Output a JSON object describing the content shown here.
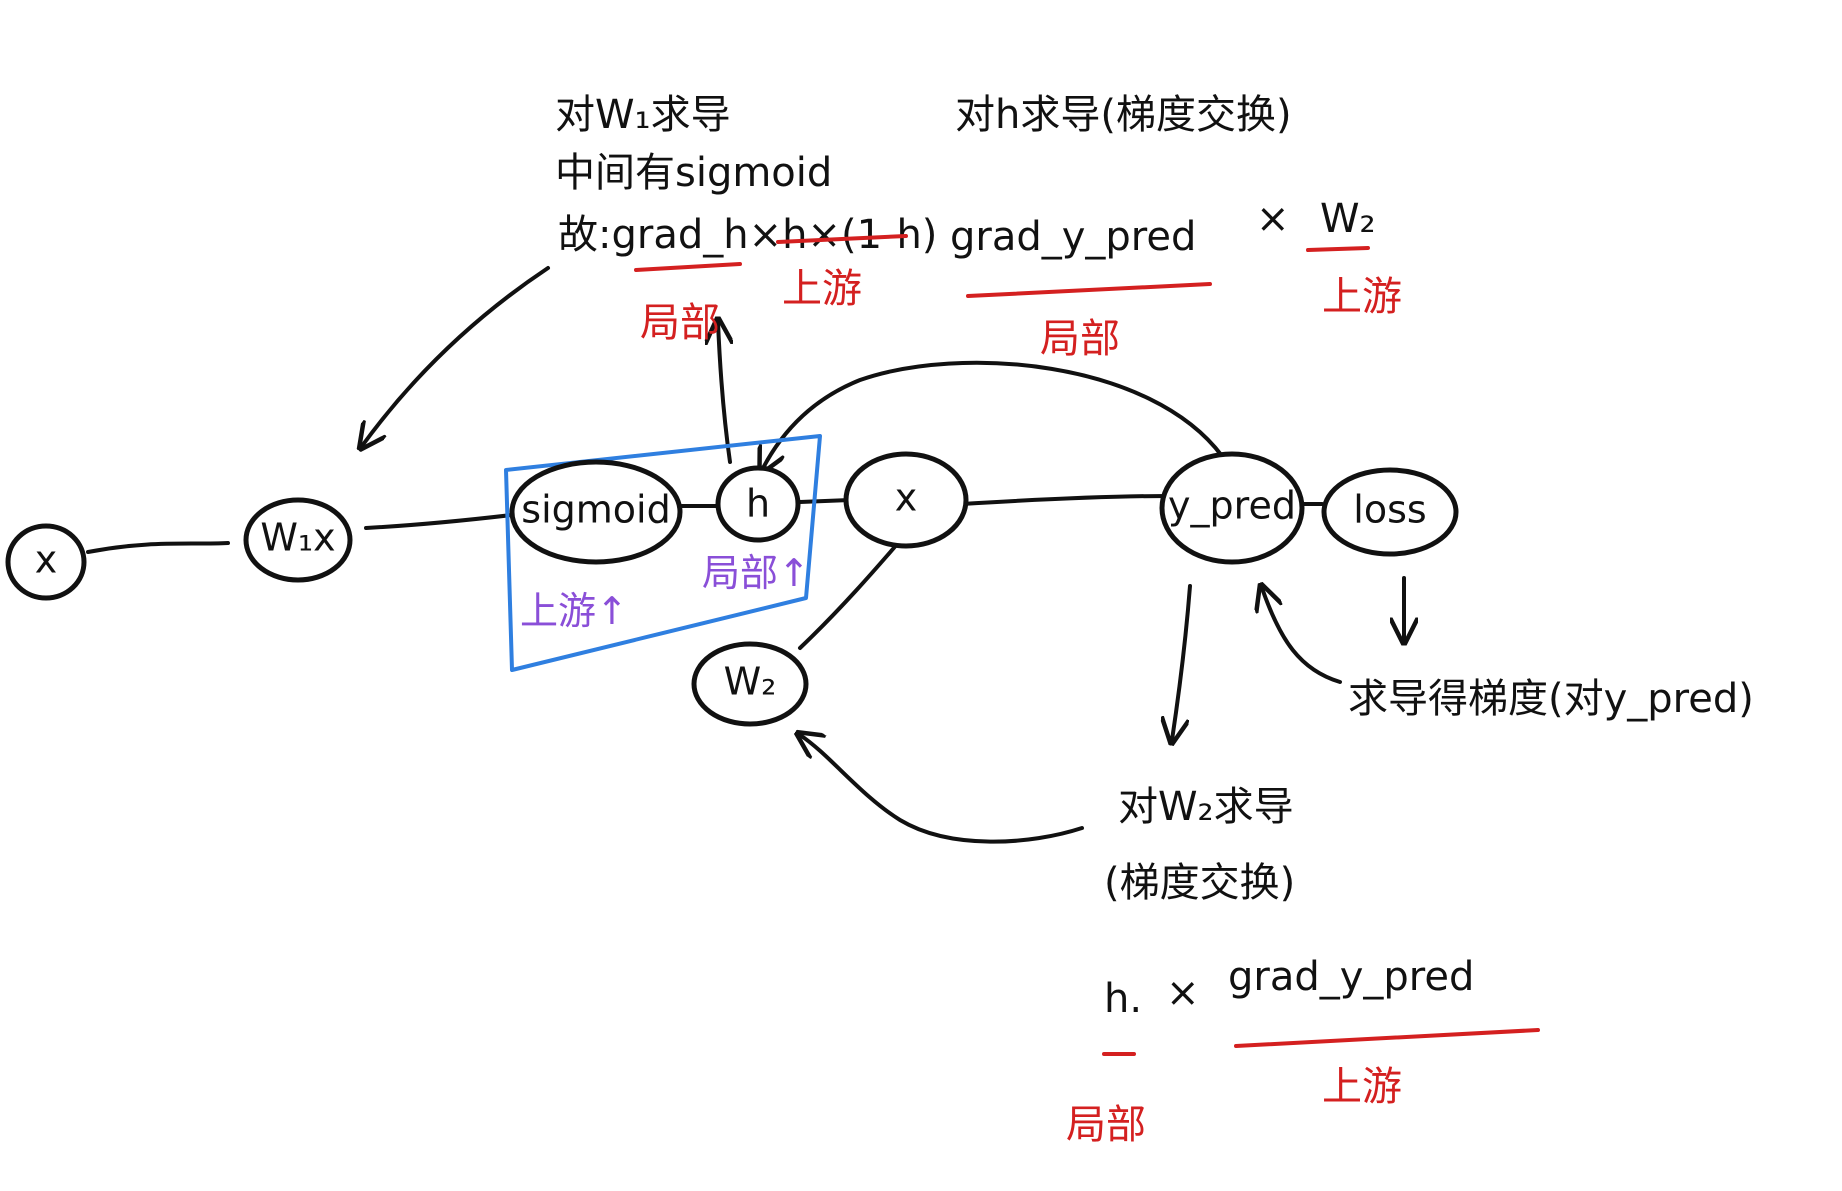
{
  "colors": {
    "ink": "#111111",
    "red": "#d42020",
    "purple": "#8a4fd8",
    "blue_box": "#2f7fe0",
    "background": "#ffffff"
  },
  "nodes": {
    "x": "x",
    "w1x": "W₁x",
    "sigmoid": "sigmoid",
    "h": "h",
    "mult": "x",
    "w2": "W₂",
    "y_pred": "y_pred",
    "loss": "loss"
  },
  "annotations": {
    "w1_title": "对W₁求导",
    "w1_line2": "中间有sigmoid",
    "w1_formula_prefix": "故:",
    "w1_formula_local": "grad_h",
    "w1_formula_upstream": "×h×(1-h)",
    "w1_local_label": "局部",
    "w1_upstream_label": "上游",
    "h_title": "对h求导(梯度交换)",
    "h_formula_local": "grad_y_pred",
    "h_formula_times": "×",
    "h_formula_upstream": "W₂",
    "h_local_label": "局部",
    "h_upstream_label": "上游",
    "box_upstream_label": "上游↑",
    "box_local_label": "局部↑",
    "loss_note": "求导得梯度(对y_pred)",
    "w2_title": "对W₂求导",
    "w2_subtitle": "(梯度交换)",
    "w2_formula_local": "h.",
    "w2_formula_times": "×",
    "w2_formula_upstream": "grad_y_pred",
    "w2_local_label": "局部",
    "w2_upstream_label": "上游"
  }
}
